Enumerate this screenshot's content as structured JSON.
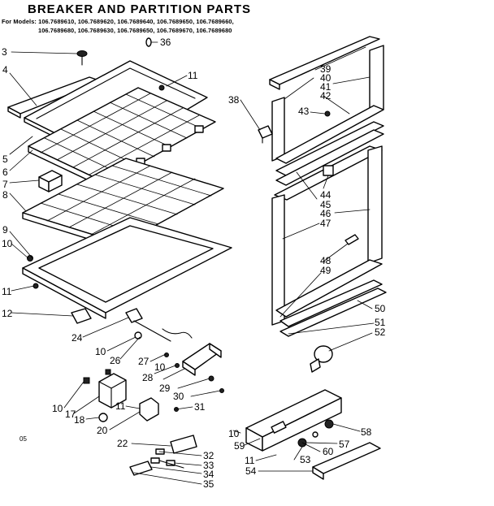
{
  "title": "BREAKER AND PARTITION PARTS",
  "models_line1": "For Models: 106.7689610, 106.7689620, 106.7689640, 106.7689650, 106.7689660,",
  "models_line2": "106.7689680, 106.7689630, 106.7689650, 106.7689670, 106.7689680",
  "corner_code": "05",
  "callouts": {
    "c3": "3",
    "c4": "4",
    "c5": "5",
    "c6": "6",
    "c7": "7",
    "c8": "8",
    "c9": "9",
    "c10a": "10",
    "c11a": "11",
    "c12": "12",
    "c36": "36",
    "c11b": "11",
    "c39": "39",
    "c40": "40",
    "c41": "41",
    "c42": "42",
    "c38": "38",
    "c43": "43",
    "c44": "44",
    "c45": "45",
    "c46": "46",
    "c47": "47",
    "c48": "48",
    "c49": "49",
    "c50": "50",
    "c51": "51",
    "c52": "52",
    "c24": "24",
    "c10b": "10",
    "c26": "26",
    "c27": "27",
    "c10c": "10",
    "c28": "28",
    "c29": "29",
    "c30": "30",
    "c31": "31",
    "c10d": "10",
    "c17": "17",
    "c18": "18",
    "c11c": "11",
    "c20": "20",
    "c22": "22",
    "c10e": "10",
    "c59": "59",
    "c32": "32",
    "c33": "33",
    "c34": "34",
    "c35": "35",
    "c11d": "11",
    "c53": "53",
    "c54": "54",
    "c57": "57",
    "c58": "58",
    "c60": "60"
  }
}
